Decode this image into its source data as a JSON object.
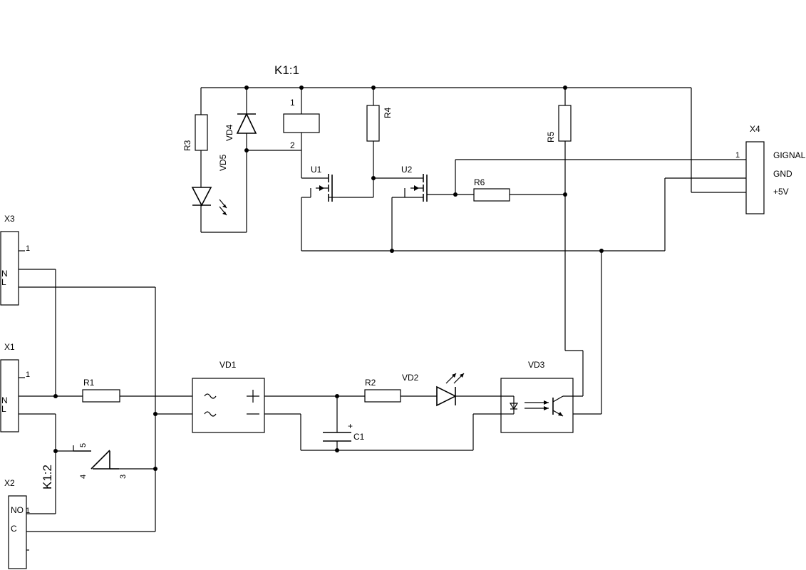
{
  "title": "K1:1",
  "relay": {
    "pin1": "1",
    "pin2": "2",
    "contact_label": "K1:2",
    "contact_pins": [
      "5",
      "4",
      "3"
    ]
  },
  "components": {
    "r1": "R1",
    "r2": "R2",
    "r3": "R3",
    "r4": "R4",
    "r5": "R5",
    "r6": "R6",
    "c1": "C1",
    "c1_plus": "+",
    "vd1": "VD1",
    "vd2": "VD2",
    "vd3": "VD3",
    "vd4": "VD4",
    "vd5": "VD5",
    "u1": "U1",
    "u2": "U2"
  },
  "connectors": {
    "x1": {
      "name": "X1",
      "pin1": "1",
      "n": "N",
      "l": "L"
    },
    "x2": {
      "name": "X2",
      "no": "NO",
      "pin1": "1",
      "c": "C"
    },
    "x3": {
      "name": "X3",
      "pin1": "1",
      "n": "N",
      "l": "L"
    },
    "x4": {
      "name": "X4",
      "pin1": "1",
      "signal": "GIGNAL",
      "gnd": "GND",
      "vcc": "+5V"
    }
  }
}
